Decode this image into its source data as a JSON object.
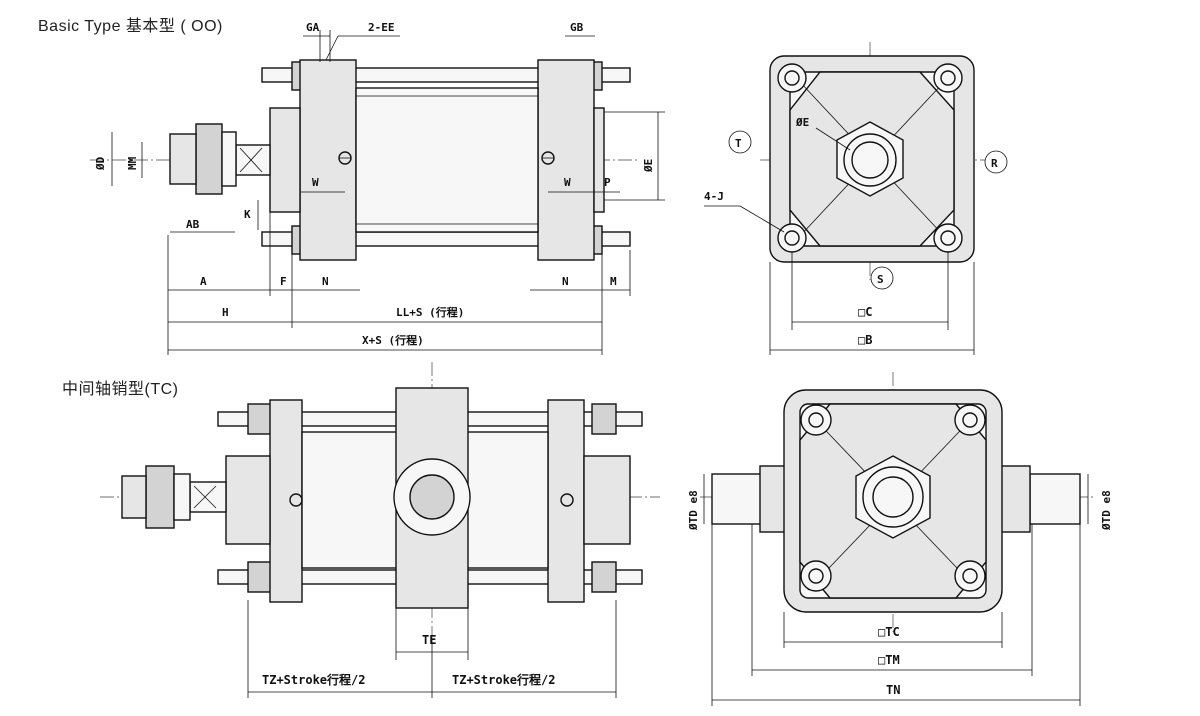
{
  "titles": {
    "basic": "Basic Type 基本型 ( OO)",
    "tc": "中间轴销型(TC)"
  },
  "labels": {
    "GA": "GA",
    "EE": "2-EE",
    "GB": "GB",
    "OD": "ØD",
    "MM": "MM",
    "AB": "AB",
    "K": "K",
    "W1": "W",
    "W2": "W",
    "P": "P",
    "OE_side": "ØE",
    "A": "A",
    "F": "F",
    "N1": "N",
    "N2": "N",
    "M": "M",
    "H": "H",
    "LL": "LL+S (行程)",
    "X": "X+S (行程)",
    "T": "T",
    "R": "R",
    "S": "S",
    "OE_front": "ØE",
    "J": "4-J",
    "C": "□C",
    "B": "□B",
    "TE": "TE",
    "TZ1": "TZ+Stroke行程/2",
    "TZ2": "TZ+Stroke行程/2",
    "TD1": "ØTD e8",
    "TD2": "ØTD e8",
    "TC": "□TC",
    "TM": "□TM",
    "TN": "TN"
  }
}
